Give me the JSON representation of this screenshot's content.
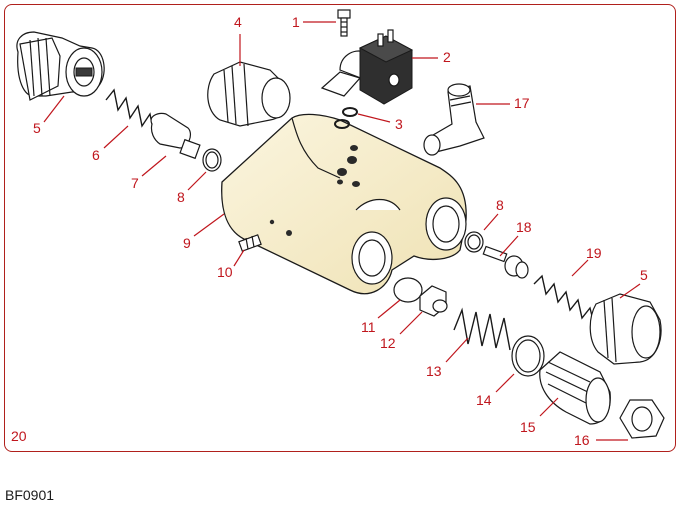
{
  "page_number": "20",
  "document_code": "BF0901",
  "colors": {
    "callout": "#c0161d",
    "frame": "#b0201c",
    "body_fill": "#f3e9c8"
  },
  "callouts": [
    "1",
    "2",
    "3",
    "4",
    "5",
    "6",
    "7",
    "8",
    "9",
    "10",
    "11",
    "12",
    "13",
    "14",
    "15",
    "16",
    "17",
    "18",
    "19",
    "5",
    "8"
  ]
}
